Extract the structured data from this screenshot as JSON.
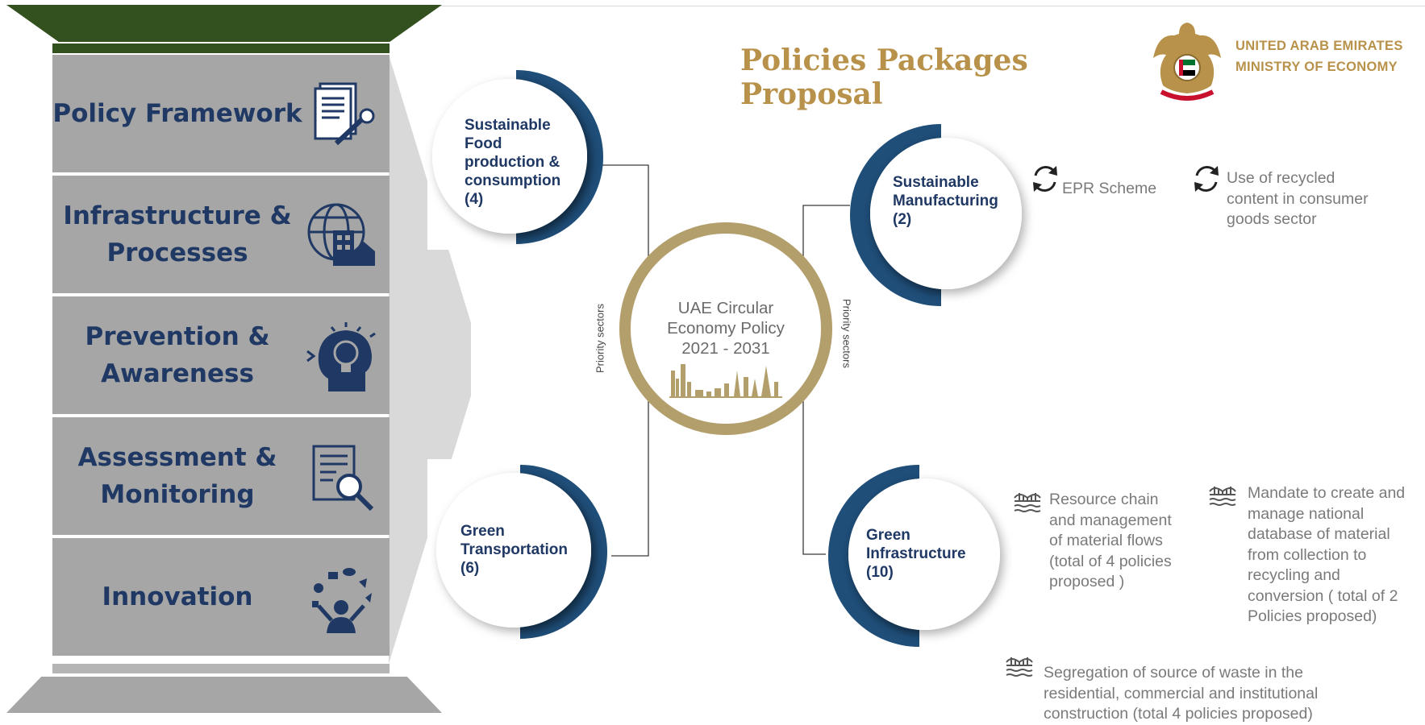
{
  "title": "Policies Packages Proposal",
  "ministry": {
    "line1": "UNITED ARAB EMIRATES",
    "line2": "MINISTRY OF ECONOMY"
  },
  "pillars": [
    {
      "label": "Policy Framework",
      "icon": "policy-document-icon"
    },
    {
      "label": "Infrastructure & Processes",
      "icon": "globe-buildings-icon"
    },
    {
      "label": "Prevention & Awareness",
      "icon": "head-lightbulb-icon"
    },
    {
      "label": "Assessment & Monitoring",
      "icon": "document-magnifier-icon"
    },
    {
      "label": "Innovation",
      "icon": "juggling-person-icon"
    }
  ],
  "center": {
    "line1": "UAE Circular",
    "line2": "Economy Policy",
    "line3": "2021 - 2031"
  },
  "priority_label": "Priority sectors",
  "sectors": {
    "food": {
      "line1": "Sustainable",
      "line2": "Food",
      "line3": "production &",
      "line4": "consumption",
      "line5": "(4)"
    },
    "manufacturing": {
      "line1": "Sustainable",
      "line2": "Manufacturing",
      "line3": "(2)"
    },
    "transport": {
      "line1": "Green",
      "line2": "Transportation",
      "line3": "(6)"
    },
    "infrastructure": {
      "line1": "Green",
      "line2": "Infrastructure",
      "line3": "(10)"
    }
  },
  "manufacturing_policies": [
    {
      "lines": [
        "EPR Scheme"
      ],
      "icon": "recycle-arrows-icon"
    },
    {
      "lines": [
        "Use of recycled",
        "content in consumer",
        "goods sector"
      ],
      "icon": "recycle-arrows-icon"
    }
  ],
  "infrastructure_policies": [
    {
      "lines": [
        "Resource chain",
        "and management",
        "of material flows",
        "(total of 4 policies",
        "proposed )"
      ],
      "icon": "bridge-icon"
    },
    {
      "lines": [
        "Mandate to create and",
        "manage national",
        "database of material",
        "from collection to",
        "recycling and",
        "conversion ( total of 2",
        "Policies proposed)"
      ],
      "icon": "bridge-icon"
    },
    {
      "lines": [
        "Segregation of source of waste in the",
        "residential, commercial and institutional",
        "construction (total 4 policies proposed)"
      ],
      "icon": "bridge-icon"
    }
  ],
  "colors": {
    "navy": "#1f4e79",
    "gold": "#b39f6b",
    "pillar_green": "#33501f",
    "pillar_grey": "#a6a6a6",
    "label_blue": "#1f3864"
  }
}
